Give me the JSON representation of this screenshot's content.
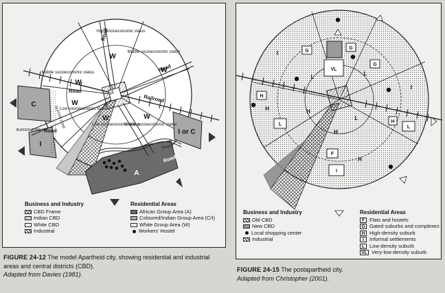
{
  "left_figure": {
    "map_labels": {
      "high_status": "High socioeconomic status",
      "middle_status": "Middle socioeconomic status",
      "low_status": "Low socioeconomic status",
      "w": "W",
      "c": "C",
      "i": "I",
      "a": "A",
      "i_or_c": "I or C",
      "road": "Road",
      "railroad": "Railroad",
      "buffer_zone": "BUFFER ZONE",
      "river": "RIVER"
    },
    "legend_business": {
      "title": "Business and Industry",
      "items": [
        "CBD Frame",
        "Indian CBD",
        "White CBD",
        "Industrial"
      ]
    },
    "legend_residential": {
      "title": "Residential Areas",
      "items": [
        "African Group Area (A)",
        "Coloured/Indian Group Area (C/I)",
        "White Group Area (W)",
        "Workers' Hostel"
      ]
    },
    "caption": {
      "figure": "FIGURE 24-12",
      "text": "The model Apartheid city, showing residential and industrial areas and central districts (CBD).",
      "source": "Adapted from Davies (1981)."
    }
  },
  "right_figure": {
    "map_labels": {
      "l": "L",
      "h": "H",
      "i": "I",
      "g": "G",
      "vl": "VL",
      "f": "F"
    },
    "legend_business": {
      "title": "Business and Industry",
      "items": [
        "Old CBD",
        "New CBD",
        "Local shopping center",
        "Industrial"
      ]
    },
    "legend_residential": {
      "title": "Residential Areas",
      "items": [
        {
          "key": "F",
          "label": "Flats and hostels"
        },
        {
          "key": "G",
          "label": "Gated suburbs and complexes"
        },
        {
          "key": "H",
          "label": "High-density suburb"
        },
        {
          "key": "I",
          "label": "Informal settlements"
        },
        {
          "key": "L",
          "label": "Low-density suburb"
        },
        {
          "key": "VL",
          "label": "Very-low-density suburb"
        }
      ]
    },
    "caption": {
      "figure": "FIGURE 24-15",
      "text": "The postapartheid city.",
      "source": "Adapted from Christopher (2001)."
    }
  }
}
